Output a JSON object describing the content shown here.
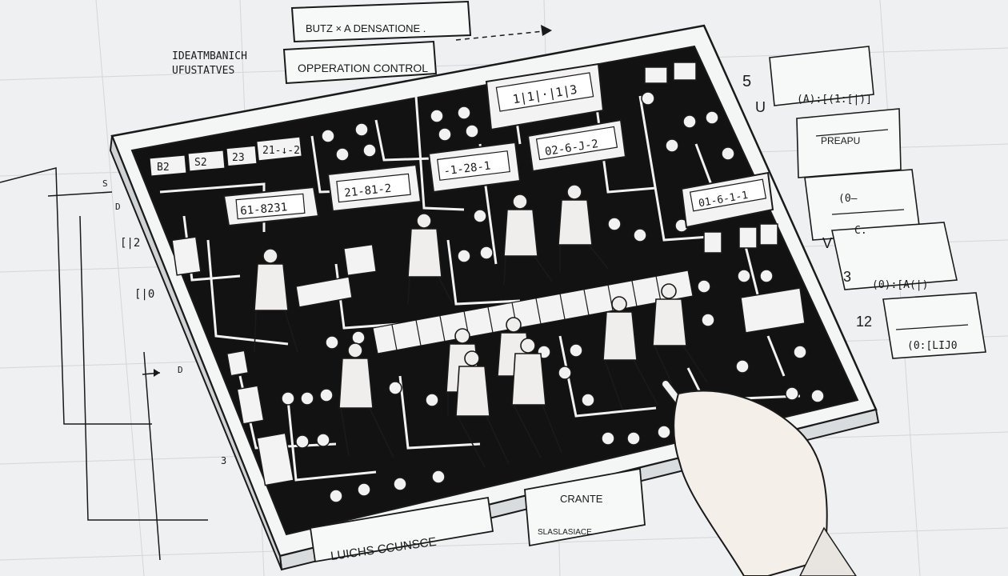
{
  "header": {
    "label_left_1": "IDEATMBANICH",
    "label_left_2": "UFUSTATVES",
    "title_box": "BUTZ × A DENSATIONE .",
    "control_box": "OPPERATION CONTROL"
  },
  "board": {
    "bus_labels": [
      "B2",
      "S2",
      "23",
      "21-↓-2"
    ],
    "displays": [
      "61-8231",
      "21-81-2",
      "-1-28-1",
      "02-6-J-2",
      "01-6-1-1"
    ],
    "top_display": "1|1|·|1|3"
  },
  "right_panel": {
    "items": [
      "(A):[(1:[|)]",
      "PREAPU",
      "(0—",
      "C.",
      "(0):[A(|)",
      "(0:[LIJ0"
    ],
    "margin_marks": [
      "5",
      "U",
      "V",
      "3",
      "12"
    ]
  },
  "left_margin": {
    "marks": [
      "S",
      "D",
      "[|2",
      "[|0",
      "D",
      "3"
    ]
  },
  "footer": {
    "label_left": "LUICHS CCUNSCE",
    "label_right": "CRANTE",
    "label_small": "SLASLASIACE"
  },
  "colors": {
    "paper": "#eef0f1",
    "board": "#121212",
    "ink": "#1a1a1a",
    "component": "#f3f3f3"
  }
}
